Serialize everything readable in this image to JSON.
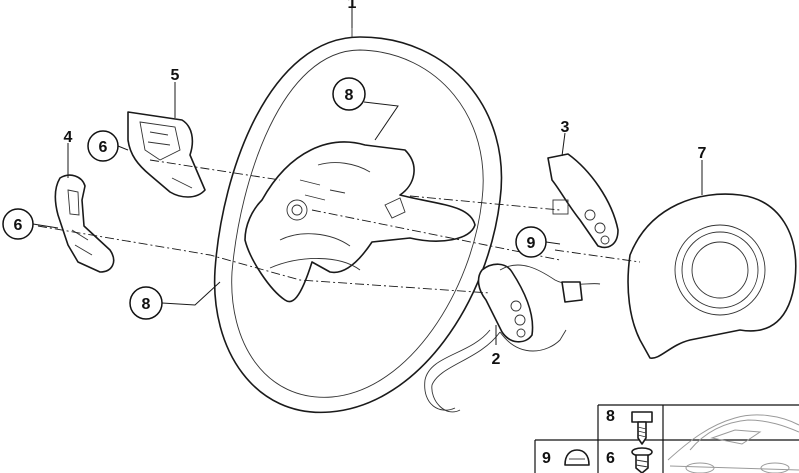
{
  "callouts": {
    "wheel_top": "1",
    "harness": "2",
    "right_button_panel": "3",
    "left_paddle": "4",
    "upper_paddle": "5",
    "screw_upper": "6",
    "screw_lower": "6",
    "airbag": "7",
    "screw8_top": "8",
    "screw8_bottom": "8",
    "cap9": "9"
  },
  "legend": {
    "row1_label": "8",
    "row2_label_left": "9",
    "row2_label_right": "6"
  }
}
